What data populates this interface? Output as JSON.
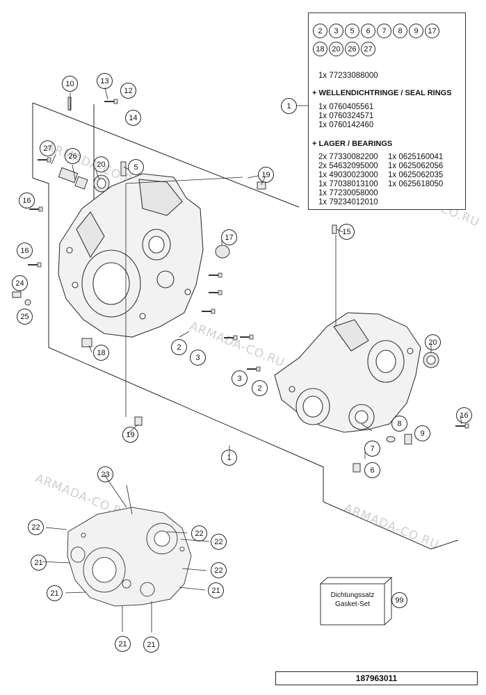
{
  "watermarks": [
    "ARMADA-CO.RU",
    "ARMADA-CO.RU",
    "ARMADA-CO.RU",
    "ARMADA-CO.RU",
    "ARMADA-CO.RU"
  ],
  "kit_parts": [
    "2",
    "3",
    "5",
    "6",
    "7",
    "8",
    "9",
    "17",
    "18",
    "20",
    "26",
    "27"
  ],
  "info": {
    "kit_number": "1x 77233088000",
    "seal_header": "+ WELLENDICHTRINGE / SEAL RINGS",
    "seal_items": [
      "1x 0760405561",
      "1x 0760324571",
      "1x 0760142460"
    ],
    "bearing_header": "+ LAGER / BEARINGS",
    "bearings_col1": [
      "2x 77330082200",
      "2x 54632095000",
      "1x 49030023000",
      "1x 77038013100",
      "1x 77230058000",
      "1x 79234012010"
    ],
    "bearings_col2": [
      "1x 0625160041",
      "1x 0625062056",
      "1x 0625062035",
      "1x 0625618050"
    ]
  },
  "callouts": {
    "c1a": "1",
    "c1b": "1",
    "c2a": "2",
    "c2b": "2",
    "c3a": "3",
    "c3b": "3",
    "c5": "5",
    "c6": "6",
    "c7": "7",
    "c8": "8",
    "c9": "9",
    "c10": "10",
    "c12": "12",
    "c13": "13",
    "c14": "14",
    "c15": "15",
    "c16a": "16",
    "c16b": "16",
    "c16c": "16",
    "c17": "17",
    "c18": "18",
    "c19a": "19",
    "c19b": "19",
    "c20a": "20",
    "c20b": "20",
    "c21a": "21",
    "c21b": "21",
    "c21c": "21",
    "c21d": "21",
    "c21e": "21",
    "c22a": "22",
    "c22b": "22",
    "c22c": "22",
    "c22d": "22",
    "c23": "23",
    "c24": "24",
    "c25": "25",
    "c26": "26",
    "c27": "27",
    "c99": "99"
  },
  "gasket": {
    "line1": "Dichtungssatz",
    "line2": "Gasket-Set"
  },
  "footer": "187963011"
}
